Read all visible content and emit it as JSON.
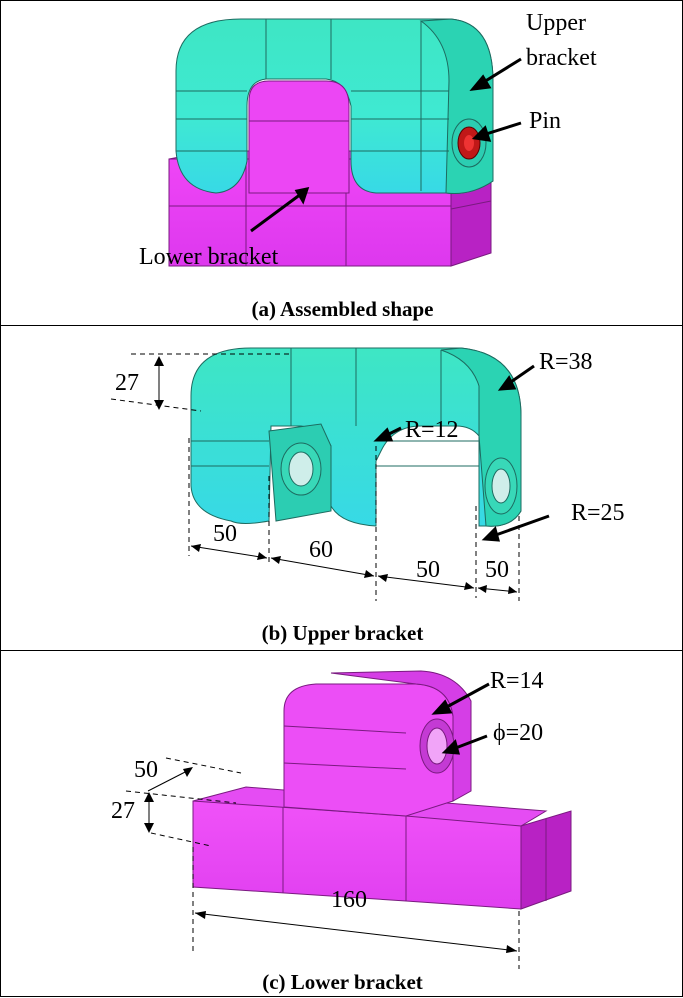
{
  "panels": {
    "a": {
      "caption": "(a) Assembled shape",
      "labels": {
        "upper1": "Upper",
        "upper2": "bracket",
        "pin": "Pin",
        "lower": "Lower bracket"
      }
    },
    "b": {
      "caption": "(b) Upper bracket",
      "labels": {
        "h": "27",
        "r38": "R=38",
        "r12": "R=12",
        "r25": "R=25",
        "d1": "50",
        "d2": "60",
        "d3": "50",
        "d4": "50"
      }
    },
    "c": {
      "caption": "(c) Lower bracket",
      "labels": {
        "r14": "R=14",
        "phi": "ϕ=20",
        "depth": "50",
        "h": "27",
        "len": "160"
      }
    }
  },
  "colors": {
    "upper": "#35e8c8",
    "upper_light": "#50f0dc",
    "upper_dark": "#1fb89c",
    "lower": "#e040f0",
    "lower_light": "#f060ff",
    "lower_dark": "#b020c0",
    "pin": "#e02020"
  }
}
